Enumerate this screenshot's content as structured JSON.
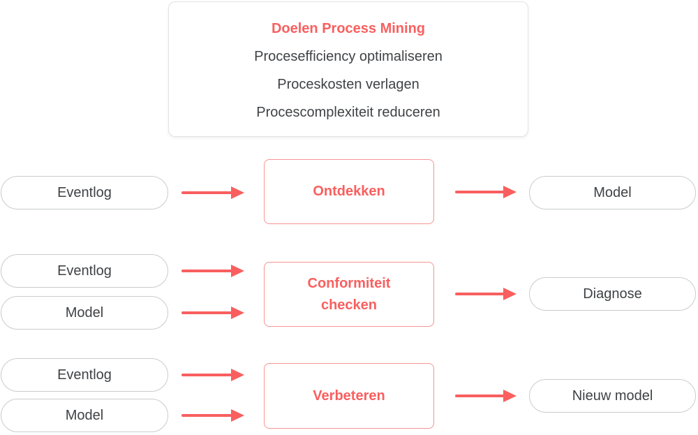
{
  "colors": {
    "accent": "#f95f5f",
    "accent_border": "#f89494",
    "text_dark": "#3f4245",
    "pill_border": "#c9cbcd",
    "panel_border": "#e0e2e4",
    "background": "#ffffff"
  },
  "goals_panel": {
    "title": "Doelen Process Mining",
    "items": [
      "Procesefficiency optimaliseren",
      "Proceskosten verlagen",
      "Procescomplexiteit reduceren"
    ]
  },
  "rows": [
    {
      "inputs": [
        "Eventlog"
      ],
      "process": "Ontdekken",
      "output": "Model"
    },
    {
      "inputs": [
        "Eventlog",
        "Model"
      ],
      "process": "Conformiteit checken",
      "output": "Diagnose"
    },
    {
      "inputs": [
        "Eventlog",
        "Model"
      ],
      "process": "Verbeteren",
      "output": "Nieuw model"
    }
  ]
}
